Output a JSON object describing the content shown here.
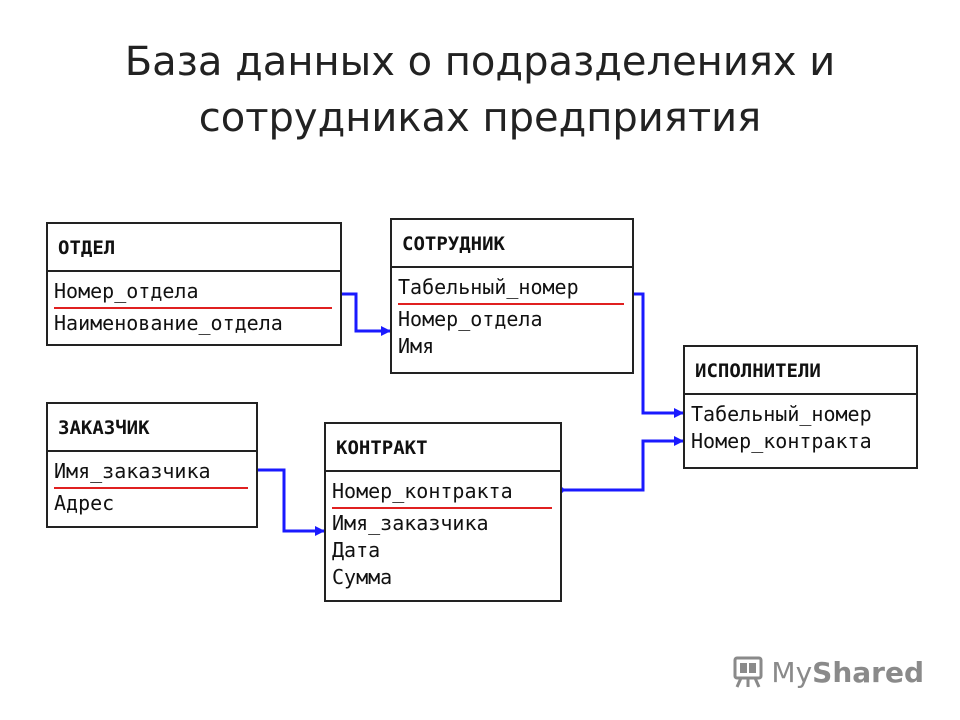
{
  "title": {
    "line1": "База данных о подразделениях и",
    "line2": "сотрудниках предприятия"
  },
  "entities": {
    "otdel": {
      "name": "ОТДЕЛ",
      "fields": [
        "Номер_отдела",
        "Наименование_отдела"
      ]
    },
    "sotrudnik": {
      "name": "СОТРУДНИК",
      "fields": [
        "Табельный_номер",
        "Номер_отдела",
        "Имя"
      ]
    },
    "ispolniteli": {
      "name": "ИСПОЛНИТЕЛИ",
      "fields": [
        "Табельный_номер",
        "Номер_контракта"
      ]
    },
    "zakazchik": {
      "name": "ЗАКАЗЧИК",
      "fields": [
        "Имя_заказчика",
        "Адрес"
      ]
    },
    "kontrakt": {
      "name": "КОНТРАКТ",
      "fields": [
        "Номер_контракта",
        "Имя_заказчика",
        "Дата",
        "Сумма"
      ]
    }
  },
  "colors": {
    "link": "#1a1aff",
    "key_underline": "#e02020",
    "border": "#222222"
  },
  "logo": {
    "text_a": "My",
    "text_b": "Shared",
    "icon": "mystand-icon"
  }
}
